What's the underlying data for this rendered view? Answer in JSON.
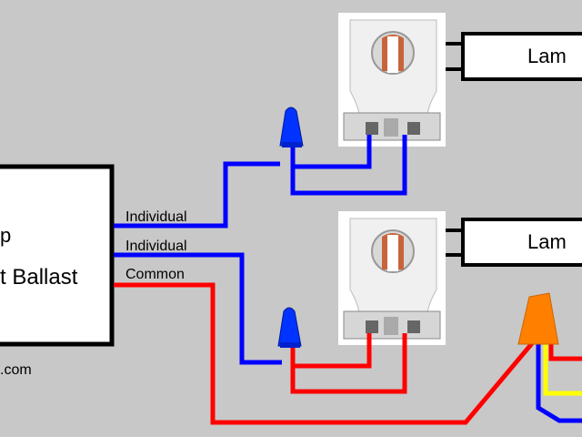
{
  "ballast": {
    "line1": "p",
    "line2": "t Ballast",
    "footer": ".com"
  },
  "wires": {
    "individual_1": "Individual",
    "individual_2": "Individual",
    "common": "Common"
  },
  "lamps": {
    "top_label": "Lam",
    "bottom_label": "Lam"
  },
  "colors": {
    "background": "#c8c8c8",
    "blue_wire": "#0000ff",
    "red_wire": "#ff0000",
    "yellow_wire": "#ffff00",
    "blue_wirenut": "#0033ff",
    "orange_wirenut": "#ff7f00",
    "socket": "#f2f2f2"
  }
}
